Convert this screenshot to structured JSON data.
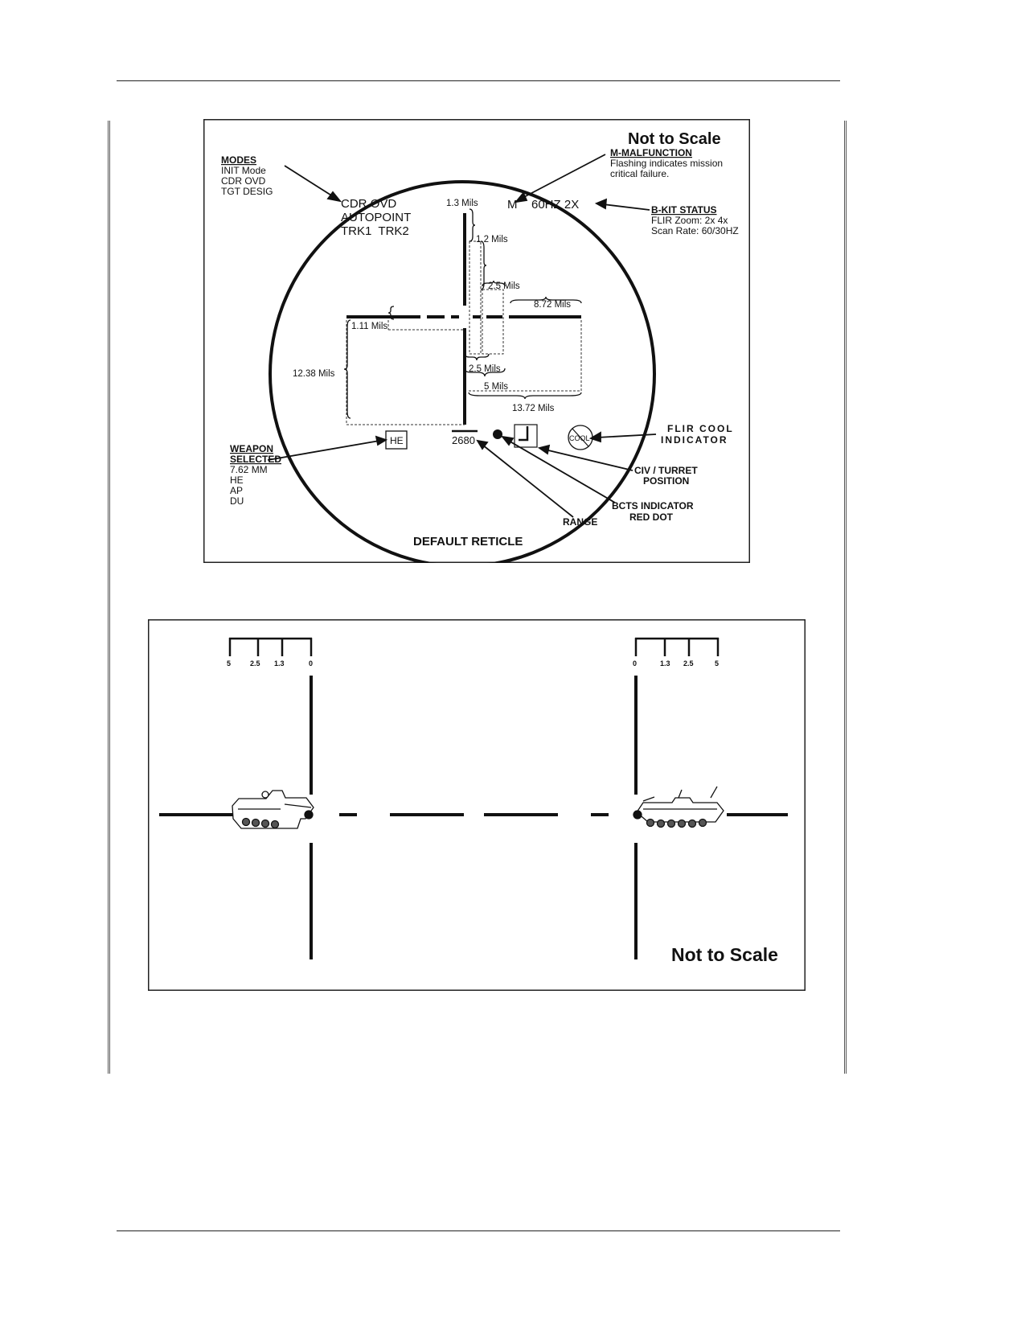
{
  "top_figure": {
    "not_to_scale": "Not to Scale",
    "modes": {
      "title": "MODES",
      "items": [
        "INIT Mode",
        "CDR OVD",
        "TGT DESIG"
      ]
    },
    "display_modes": [
      "CDR OVD",
      "AUTOPOINT",
      "TRK1  TRK2"
    ],
    "malfunction": {
      "title": "M-MALFUNCTION",
      "lines": [
        "Flashing indicates mission",
        "critical failure."
      ]
    },
    "status_text": {
      "m": "M",
      "bkit": "60HZ 2X"
    },
    "bkit": {
      "title": "B-KIT STATUS",
      "lines": [
        "FLIR Zoom: 2x 4x",
        "Scan Rate: 60/30HZ"
      ]
    },
    "dimensions": {
      "d1": "1.3 Mils",
      "d2": "1.2 Mils",
      "d3": "2.5 Mils",
      "d4": "8.72 Mils",
      "d5": "1.11 Mils",
      "d6": "12.38 Mils",
      "d7": "2.5 Mils",
      "d8": "5 Mils",
      "d9": "13.72 Mils"
    },
    "weapon_box": "HE",
    "range_value": "2680",
    "cool_icon_text": "COOL",
    "weapon": {
      "title1": "WEAPON",
      "title2": "SELECTED",
      "items": [
        "7.62 MM",
        "HE",
        "AP",
        "DU"
      ]
    },
    "flir_cool": [
      "FLIR COOL",
      "INDICATOR"
    ],
    "civ_turret": [
      "CIV / TURRET",
      "POSITION"
    ],
    "bcts": [
      "BCTS INDICATOR",
      "RED DOT"
    ],
    "range_label": "RANGE",
    "caption": "DEFAULT RETICLE"
  },
  "bottom_figure": {
    "left_scale": [
      "5",
      "2.5",
      "1.3",
      "0"
    ],
    "right_scale": [
      "0",
      "1.3",
      "2.5",
      "5"
    ],
    "not_to_scale": "Not to Scale"
  }
}
